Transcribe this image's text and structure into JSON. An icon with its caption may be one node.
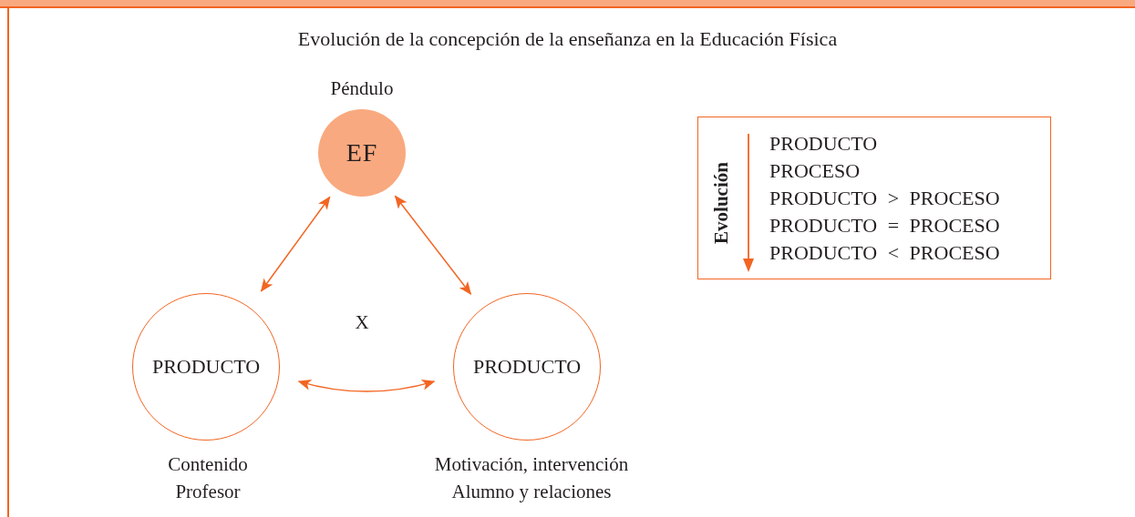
{
  "diagram": {
    "title": "Evolución de la concepción de la enseñanza en la Educación Física",
    "nodes": [
      {
        "text": [
          "EF"
        ],
        "beside": [
          "Péndulo"
        ]
      },
      {
        "text": [
          "PRODUCTO"
        ],
        "beside": [
          "Contenido",
          "Profesor"
        ]
      },
      {
        "text": [
          "PRODUCTO"
        ],
        "beside": [
          "Motivación, intervención",
          "Alumno y relaciones"
        ]
      },
      {
        "text": [
          "Evolución",
          "PRODUCTO",
          "PROCESO",
          "PRODUCTO > PROCESO",
          "PRODUCTO = PROCESO",
          "PRODUCTO < PROCESO"
        ]
      }
    ],
    "edges": [
      {
        "from": 1,
        "to": 0,
        "arrow": "both"
      },
      {
        "from": 0,
        "to": 2,
        "arrow": "both"
      },
      {
        "from": 1,
        "to": 2,
        "arrow": "both"
      }
    ],
    "labels": [
      "X"
    ]
  }
}
